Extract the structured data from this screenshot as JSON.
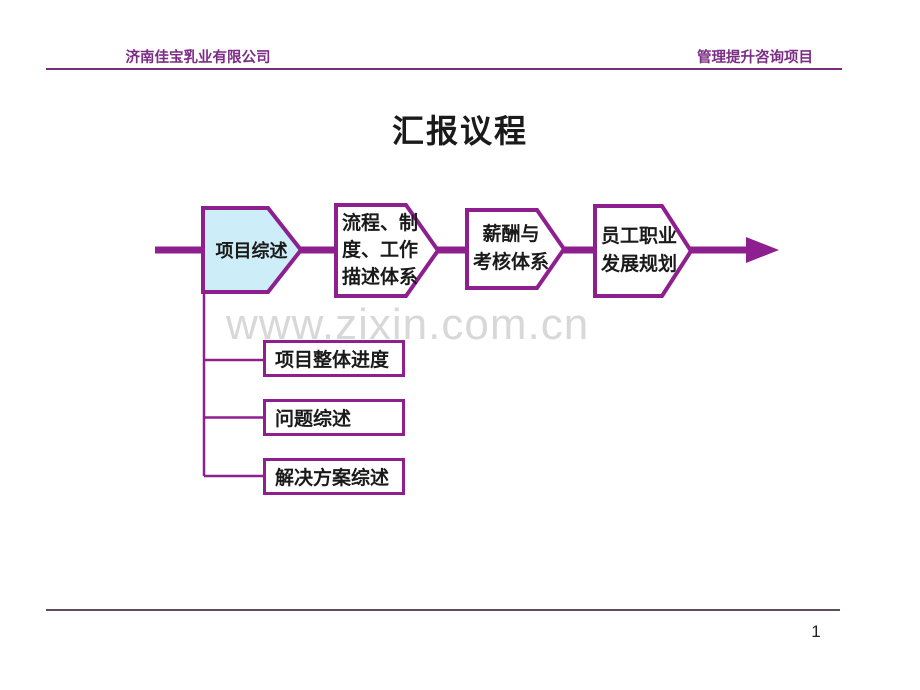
{
  "header": {
    "left": "济南佳宝乳业有限公司",
    "right": "管理提升咨询项目"
  },
  "title": "汇报议程",
  "flow": {
    "steps": [
      {
        "label": "项目综述",
        "highlighted": true
      },
      {
        "label": "流程、制\n度、工作\n描述体系",
        "highlighted": false
      },
      {
        "label": "薪酬与\n考核体系",
        "highlighted": false
      },
      {
        "label": "员工职业\n发展规划",
        "highlighted": false
      }
    ],
    "sub_items": [
      "项目整体进度",
      "问题综述",
      "解决方案综述"
    ]
  },
  "watermark": "www.zixin.com.cn",
  "footer": {
    "page_number": "1"
  },
  "colors": {
    "accent": "#8e1f8e",
    "step_highlight_fill": "#cdeef8",
    "step_fill": "#ffffff",
    "header_text": "#7b2c85",
    "watermark_gray": "#d8d8d8"
  }
}
